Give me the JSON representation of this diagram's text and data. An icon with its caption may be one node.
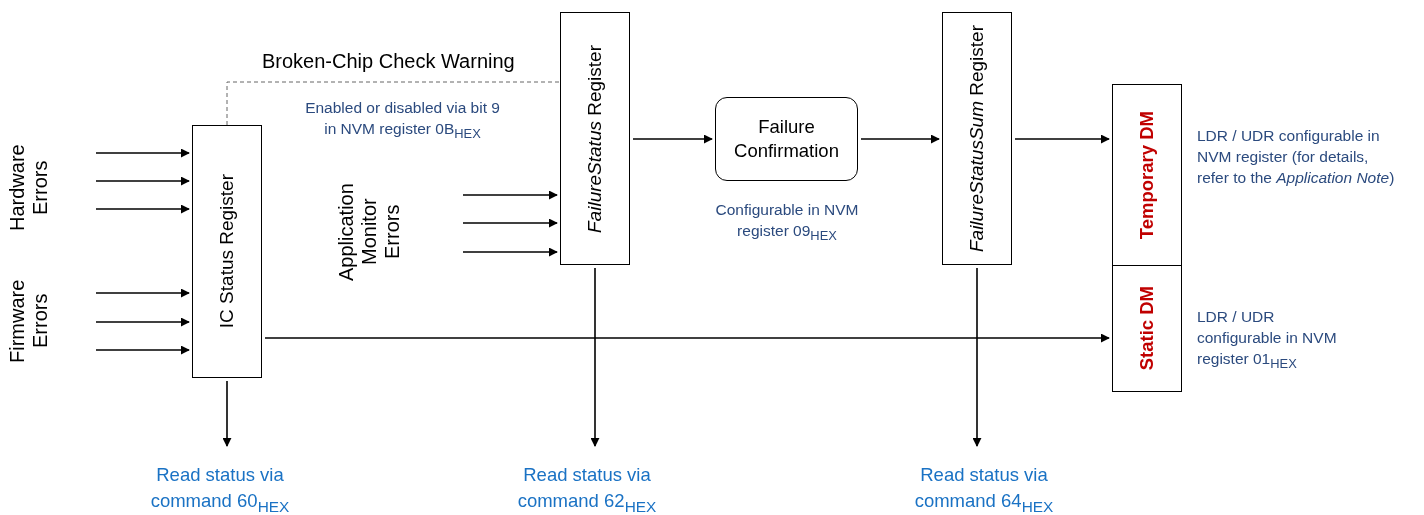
{
  "diagram": {
    "nodes": [
      {
        "text": [
          "Hardware Errors"
        ]
      },
      {
        "text": [
          "Firmware Errors"
        ]
      },
      {
        "text": [
          "IC Status Register"
        ]
      },
      {
        "text": [
          "Application Monitor Errors"
        ]
      },
      {
        "text": [
          "*FailureStatus* Register"
        ]
      },
      {
        "text": [
          "Failure Confirmation"
        ],
        "beside": [
          "Configurable in NVM register 09$_{HEX}$"
        ]
      },
      {
        "text": [
          "*FailureStatusSum* Register"
        ]
      },
      {
        "text": [
          "Temporary DM"
        ],
        "beside": [
          "LDR / UDR configurable in NVM register (for details, refer to the *Application Note*)"
        ]
      },
      {
        "text": [
          "Static DM"
        ],
        "beside": [
          "LDR / UDR configurable in NVM register 01$_{HEX}$"
        ]
      },
      {
        "text": [
          "Read status via command 60$_{HEX}$"
        ]
      },
      {
        "text": [
          "Read status via command 62$_{HEX}$"
        ]
      },
      {
        "text": [
          "Read status via command 64$_{HEX}$"
        ]
      }
    ],
    "edges": [
      {
        "from": 0,
        "to": 2,
        "arrow": "to"
      },
      {
        "from": 0,
        "to": 2,
        "arrow": "to"
      },
      {
        "from": 0,
        "to": 2,
        "arrow": "to"
      },
      {
        "from": 1,
        "to": 2,
        "arrow": "to"
      },
      {
        "from": 1,
        "to": 2,
        "arrow": "to"
      },
      {
        "from": 1,
        "to": 2,
        "arrow": "to"
      },
      {
        "from": 2,
        "to": 4,
        "arrow": "none",
        "style": "dashed",
        "color": "#666666",
        "label": "Broken-Chip Check Warning"
      },
      {
        "from": 3,
        "to": 4,
        "arrow": "to"
      },
      {
        "from": 3,
        "to": 4,
        "arrow": "to"
      },
      {
        "from": 3,
        "to": 4,
        "arrow": "to"
      },
      {
        "from": 4,
        "to": 5,
        "arrow": "to"
      },
      {
        "from": 5,
        "to": 6,
        "arrow": "to"
      },
      {
        "from": 6,
        "to": 7,
        "arrow": "to"
      },
      {
        "from": 2,
        "to": 8,
        "arrow": "to"
      },
      {
        "from": 2,
        "to": 9,
        "arrow": "to"
      },
      {
        "from": 4,
        "to": 10,
        "arrow": "to"
      },
      {
        "from": 6,
        "to": 11,
        "arrow": "to"
      }
    ],
    "labels": [
      "Enabled or disabled via bit 9 in NVM register 0B$_{HEX}$"
    ]
  }
}
